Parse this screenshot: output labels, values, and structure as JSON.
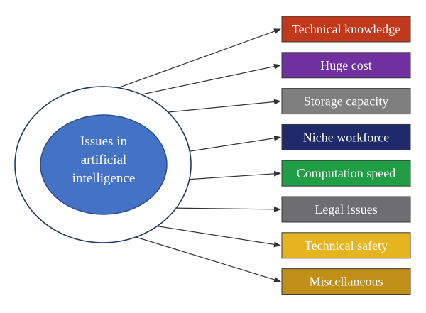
{
  "diagram": {
    "center_lines": [
      "Issues in",
      "artificial",
      "intelligence"
    ],
    "center_fill": "#4472c4",
    "ring_stroke": "#1f3a5f",
    "arrow_color": "#333333",
    "items": [
      {
        "label": "Technical knowledge",
        "color": "#c0391c"
      },
      {
        "label": "Huge cost",
        "color": "#7030a0"
      },
      {
        "label": "Storage capacity",
        "color": "#7f7f7f"
      },
      {
        "label": "Niche workforce",
        "color": "#1f2a6b"
      },
      {
        "label": "Computation speed",
        "color": "#1f9e45"
      },
      {
        "label": "Legal issues",
        "color": "#6e6e70"
      },
      {
        "label": "Technical safety",
        "color": "#e6b41e"
      },
      {
        "label": "Miscellaneous",
        "color": "#bf8f18"
      }
    ]
  }
}
